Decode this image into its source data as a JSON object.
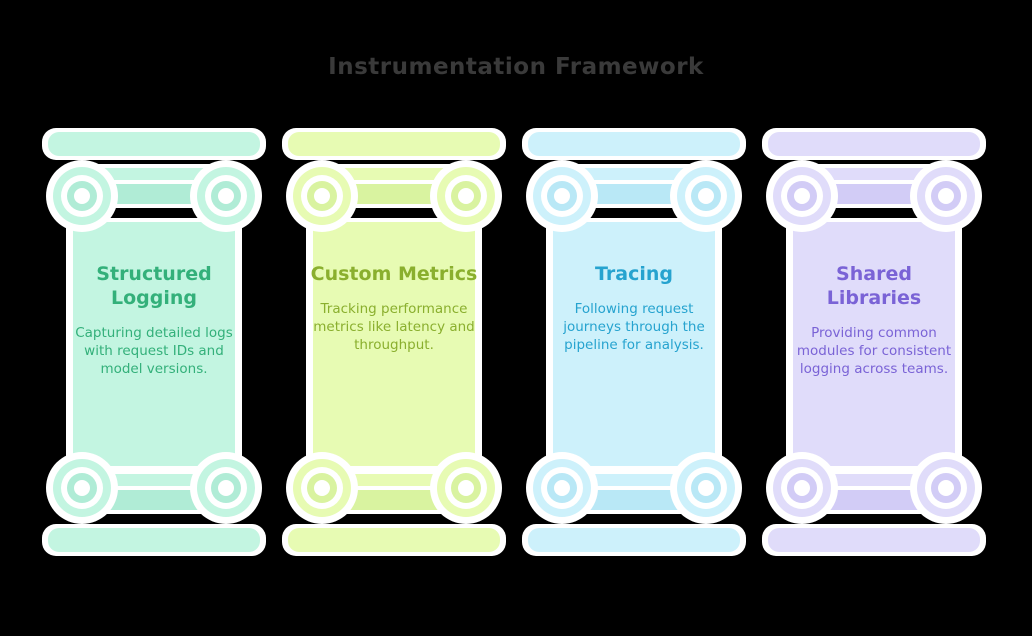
{
  "title": "Instrumentation Framework",
  "pillars": [
    {
      "heading": "Structured Logging",
      "description": "Capturing detailed logs with request IDs and model versions.",
      "fill": "#c3f5e1",
      "dark": "#b0ecd6",
      "text": "#33b07a"
    },
    {
      "heading": "Custom Metrics",
      "description": "Tracking performance metrics like latency and throughput.",
      "fill": "#e7fbb3",
      "dark": "#d9f3a0",
      "text": "#8aaf2e"
    },
    {
      "heading": "Tracing",
      "description": "Following request journeys through the pipeline for analysis.",
      "fill": "#cdf1fb",
      "dark": "#b9e8f6",
      "text": "#26a3cf"
    },
    {
      "heading": "Shared Libraries",
      "description": "Providing common modules for consistent logging across teams.",
      "fill": "#e0dcfa",
      "dark": "#d2ccf6",
      "text": "#7a63d6"
    }
  ]
}
